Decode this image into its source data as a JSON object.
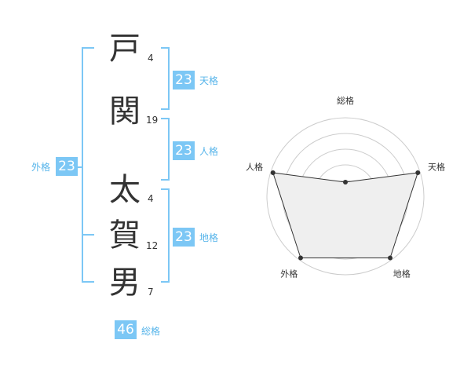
{
  "name_chars": [
    {
      "char": "戸",
      "strokes": "4"
    },
    {
      "char": "関",
      "strokes": "19"
    },
    {
      "char": "太",
      "strokes": "4"
    },
    {
      "char": "賀",
      "strokes": "12"
    },
    {
      "char": "男",
      "strokes": "7"
    }
  ],
  "grades": {
    "tenkaku": {
      "value": "23",
      "label": "天格"
    },
    "jinkaku": {
      "value": "23",
      "label": "人格"
    },
    "chikaku": {
      "value": "23",
      "label": "地格"
    },
    "gaikaku": {
      "value": "23",
      "label": "外格"
    },
    "soukaku": {
      "value": "46",
      "label": "総格"
    }
  },
  "colors": {
    "accent": "#7cc7f5",
    "accent_text": "#56b4ea",
    "text": "#333333",
    "radar_fill": "#efefef",
    "radar_grid": "#cccccc"
  },
  "chart_data": {
    "type": "radar",
    "axes": [
      "総格",
      "天格",
      "地格",
      "外格",
      "人格"
    ],
    "values": [
      0.18,
      0.97,
      0.97,
      0.97,
      0.97
    ],
    "range": [
      0,
      1
    ],
    "grid_rings": 5
  }
}
